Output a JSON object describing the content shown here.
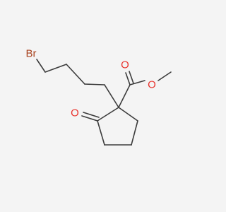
{
  "colors": {
    "background": "#f4f4f4",
    "bond": "#3c3c3c",
    "oxygen": "#e8322c",
    "bromine": "#a8431f"
  },
  "atoms": [
    {
      "id": "Br",
      "label": "Br",
      "color": "bromine"
    },
    {
      "id": "O_ketone",
      "label": "O",
      "color": "oxygen"
    },
    {
      "id": "O_carbonyl",
      "label": "O",
      "color": "oxygen"
    },
    {
      "id": "O_ester",
      "label": "O",
      "color": "oxygen"
    }
  ]
}
